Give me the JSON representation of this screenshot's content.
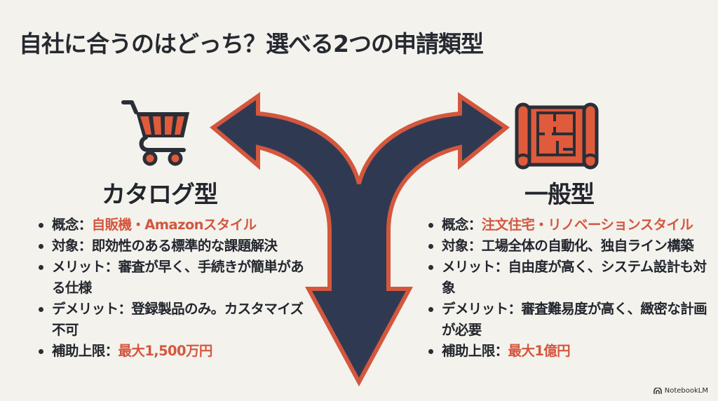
{
  "title": "自社に合うのはどっち？選べる2つの申請類型",
  "colors": {
    "background": "#f3f2ed",
    "navy": "#2f3a52",
    "accent": "#d4573d",
    "text": "#23262d"
  },
  "diagram": {
    "type": "branching-arrow",
    "description": "Y-shaped arrow splitting left and right, with a downward arrow from the stem",
    "branches": [
      "left",
      "right",
      "down"
    ]
  },
  "left": {
    "icon": "shopping-cart-icon",
    "heading": "カタログ型",
    "items": [
      {
        "label": "概念：",
        "value": "自販機・Amazonスタイル",
        "highlight": true
      },
      {
        "label": "対象：",
        "value": "即効性のある標準的な課題解決",
        "highlight": false
      },
      {
        "label": "メリット：",
        "value": "審査が早く、手続きが簡単がある仕様",
        "highlight": false
      },
      {
        "label": "デメリット：",
        "value": "登録製品のみ。カスタマイズ不可",
        "highlight": false
      },
      {
        "label": "補助上限：",
        "value": "最大1,500万円",
        "highlight": true
      }
    ]
  },
  "right": {
    "icon": "blueprint-scroll-icon",
    "heading": "一般型",
    "items": [
      {
        "label": "概念：",
        "value": "注文住宅・リノベーションスタイル",
        "highlight": true
      },
      {
        "label": "対象：",
        "value": "工場全体の自動化、独自ライン構築",
        "highlight": false
      },
      {
        "label": "メリット：",
        "value": "自由度が高く、システム設計も対象",
        "highlight": false
      },
      {
        "label": "デメリット：",
        "value": "審査難易度が高く、緻密な計画が必要",
        "highlight": false
      },
      {
        "label": "補助上限：",
        "value": "最大1億円",
        "highlight": true
      }
    ]
  },
  "footer": {
    "brand": "NotebookLM"
  }
}
